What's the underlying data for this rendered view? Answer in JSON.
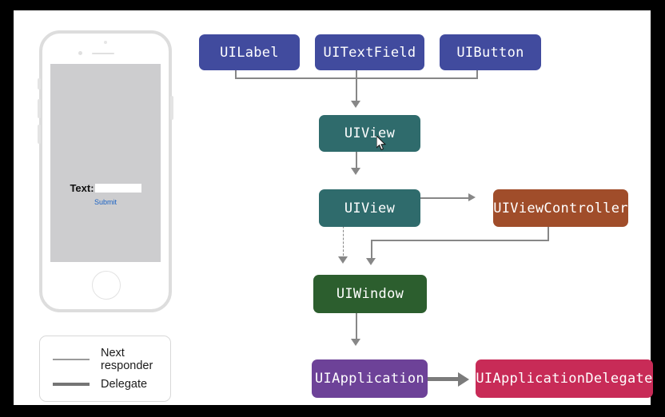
{
  "diagram": {
    "title": "UIKit responder chain and delegate diagram",
    "nodes": {
      "uilabel": {
        "label": "UILabel",
        "color": "#414b9e"
      },
      "uitextfield": {
        "label": "UITextField",
        "color": "#414b9e"
      },
      "uibutton": {
        "label": "UIButton",
        "color": "#414b9e"
      },
      "uiview_top": {
        "label": "UIView",
        "color": "#2f6b6c"
      },
      "uiview_mid": {
        "label": "UIView",
        "color": "#2f6b6c"
      },
      "uiviewcontroller": {
        "label": "UIViewController",
        "color": "#a04d2a"
      },
      "uiwindow": {
        "label": "UIWindow",
        "color": "#2c5e2e"
      },
      "uiapplication": {
        "label": "UIApplication",
        "color": "#6d4298"
      },
      "uiapplicationdelegate": {
        "label": "UIApplicationDelegate",
        "color": "#c82b57"
      }
    },
    "legend": {
      "next_responder": "Next\nresponder",
      "next_responder_line1": "Next",
      "next_responder_line2": "responder",
      "delegate": "Delegate",
      "line_color": "#9a9a9a",
      "delegate_line_color": "#757575"
    },
    "connector_color": "#878787"
  },
  "phone": {
    "form": {
      "text_label": "Text:",
      "input_value": "",
      "input_placeholder": "",
      "submit_label": "Submit"
    },
    "screen_color": "#cdcdcf",
    "frame_color": "#dddddd"
  }
}
